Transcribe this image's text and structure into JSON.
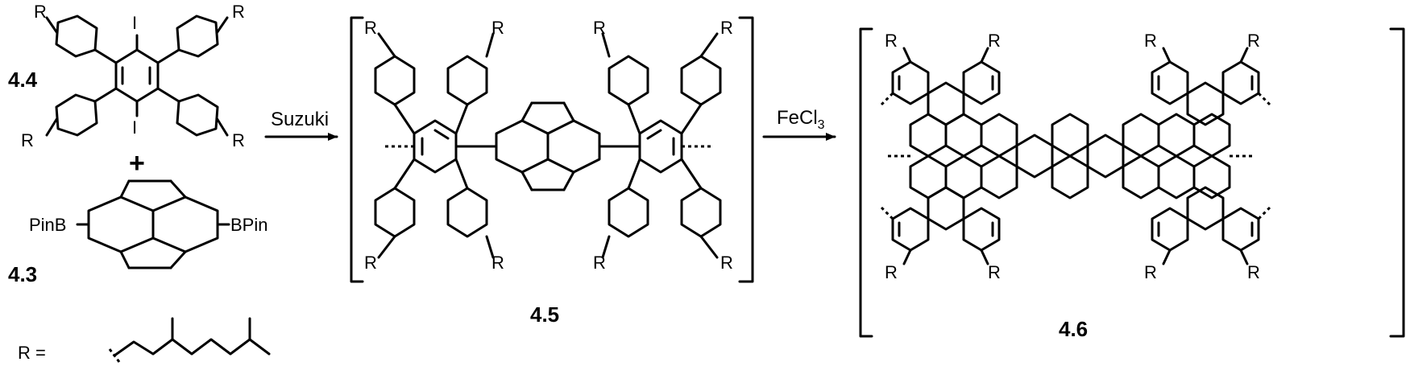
{
  "compounds": {
    "c44": {
      "number": "4.4",
      "iodo_top": "I",
      "iodo_bottom": "I",
      "r": "R"
    },
    "c43": {
      "number": "4.3",
      "left_group": "PinB",
      "right_group": "BPin"
    },
    "c45": {
      "number": "4.5",
      "r": "R"
    },
    "c46": {
      "number": "4.6",
      "r": "R"
    }
  },
  "plus_sign": "+",
  "r_definition": {
    "prefix": "R ="
  },
  "arrows": {
    "step1": {
      "label": "Suzuki"
    },
    "step2": {
      "label": "FeCl",
      "subscript": "3"
    }
  }
}
